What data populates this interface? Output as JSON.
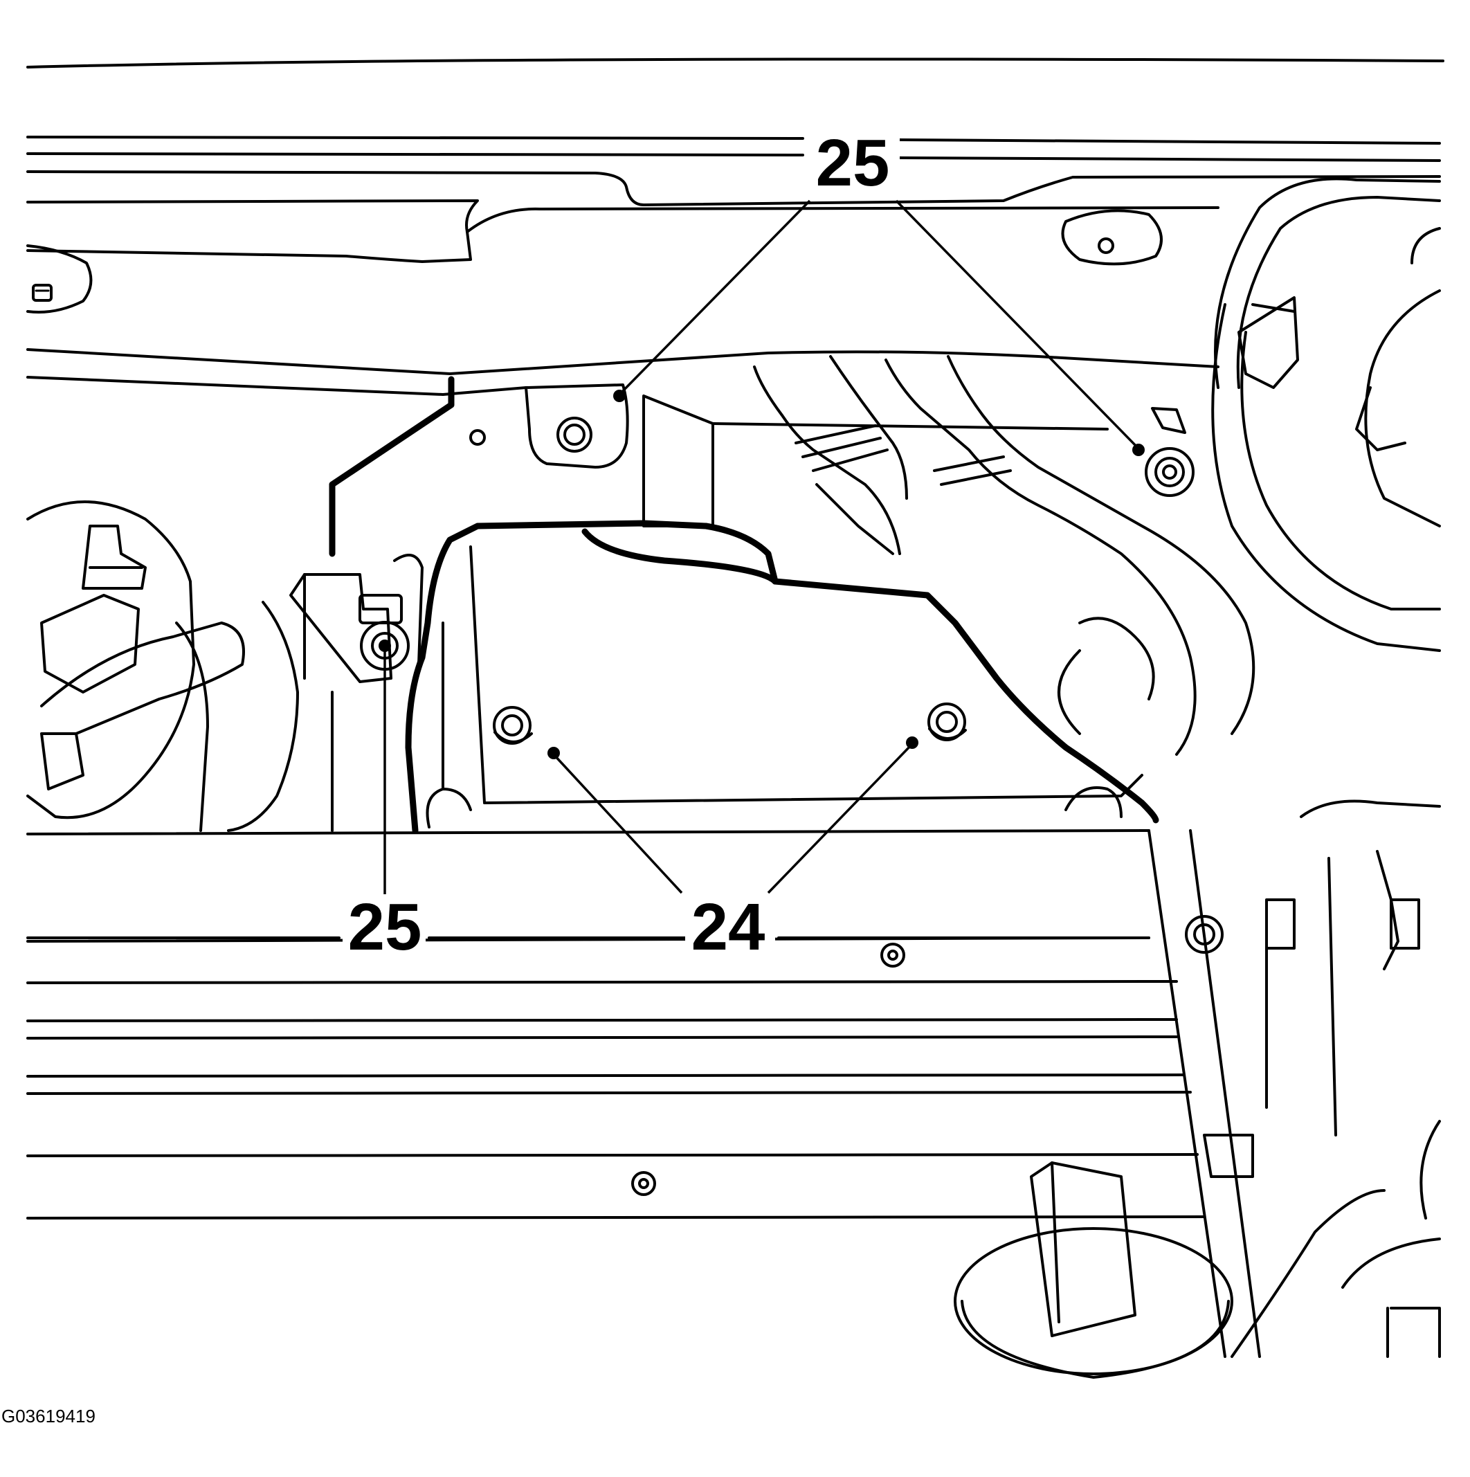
{
  "callouts": {
    "top_label": "25",
    "left_label": "25",
    "center_label": "24"
  },
  "figure_id": "G03619419",
  "colors": {
    "line": "#000000",
    "background": "#ffffff"
  }
}
